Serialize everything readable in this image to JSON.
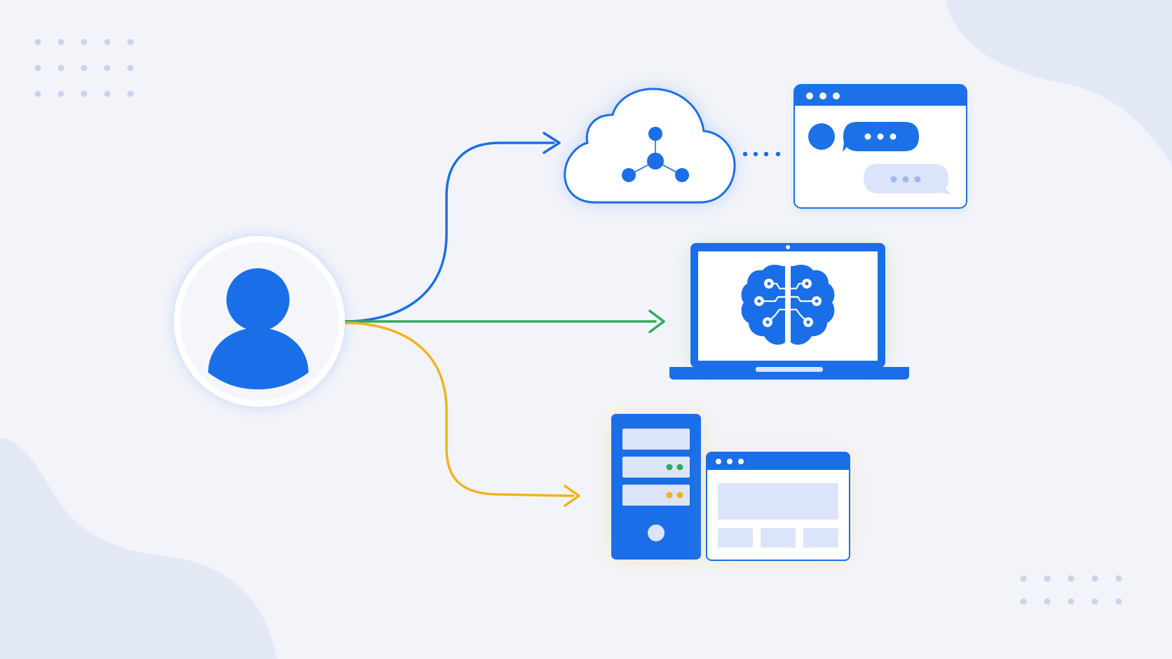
{
  "colors": {
    "background": "#f3f4f9",
    "blob": "#e3e8f5",
    "primary_blue": "#1a6fe8",
    "light_blue": "#dbe4f8",
    "accent_green": "#2eab5f",
    "accent_yellow": "#f3b21a",
    "white": "#ffffff",
    "dot_grid": "#c8d3ee"
  },
  "nodes": {
    "user": {
      "icon": "user-icon"
    },
    "cloud": {
      "icon": "cloud-network-icon"
    },
    "chat_window": {
      "icon": "chat-window-icon"
    },
    "laptop": {
      "icon": "laptop-ai-brain-icon"
    },
    "server": {
      "icon": "server-tower-icon"
    },
    "web_window": {
      "icon": "web-app-window-icon"
    }
  },
  "connectors": [
    {
      "from": "user",
      "to": "cloud",
      "color": "#1a6fe8"
    },
    {
      "from": "user",
      "to": "laptop",
      "color": "#2eab5f"
    },
    {
      "from": "user",
      "to": "server",
      "color": "#f3b21a"
    },
    {
      "from": "cloud",
      "to": "chat_window",
      "color": "#1a6fe8",
      "style": "dotted"
    }
  ]
}
